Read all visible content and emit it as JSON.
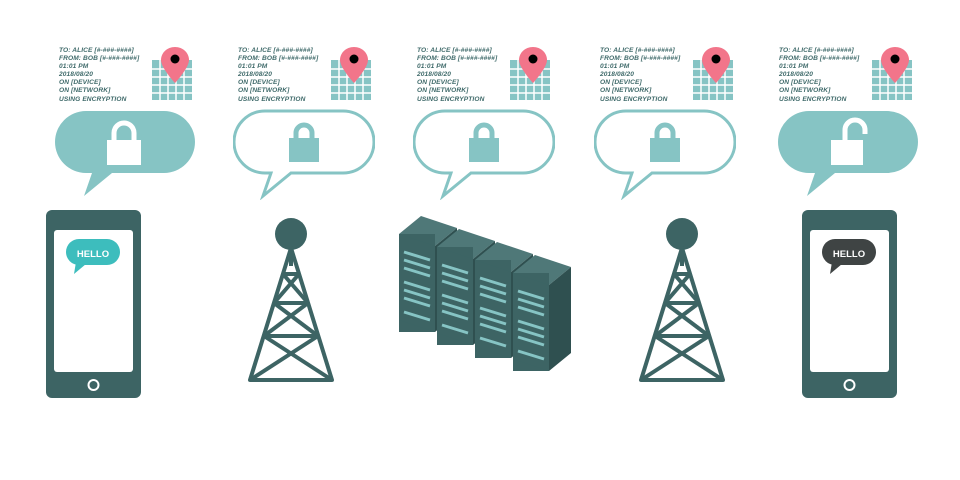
{
  "metadata": {
    "to": "TO: ALICE [#-###-####]",
    "from": "FROM: BOB [#-###-####]",
    "time": "01:01 PM",
    "date": "2018/08/20",
    "device": "ON [DEVICE]",
    "network": "ON [NETWORK]",
    "encryption": "USING ENCRYPTION"
  },
  "stages": [
    {
      "name": "sender-phone",
      "bubble": "filled",
      "lock": "closed"
    },
    {
      "name": "sender-tower",
      "bubble": "outline",
      "lock": "closed"
    },
    {
      "name": "servers",
      "bubble": "outline",
      "lock": "closed"
    },
    {
      "name": "receiver-tower",
      "bubble": "outline",
      "lock": "closed"
    },
    {
      "name": "receiver-phone",
      "bubble": "filled",
      "lock": "open"
    }
  ],
  "sender_phone": {
    "message": "HELLO"
  },
  "receiver_phone": {
    "message": "HELLO"
  },
  "colors": {
    "dark_teal": "#3d6464",
    "light_teal": "#86c4c4",
    "pin": "#f2758a",
    "sender_bubble": "#3dbdbd",
    "receiver_bubble": "#3f4444",
    "text": "#3f6a6a"
  }
}
